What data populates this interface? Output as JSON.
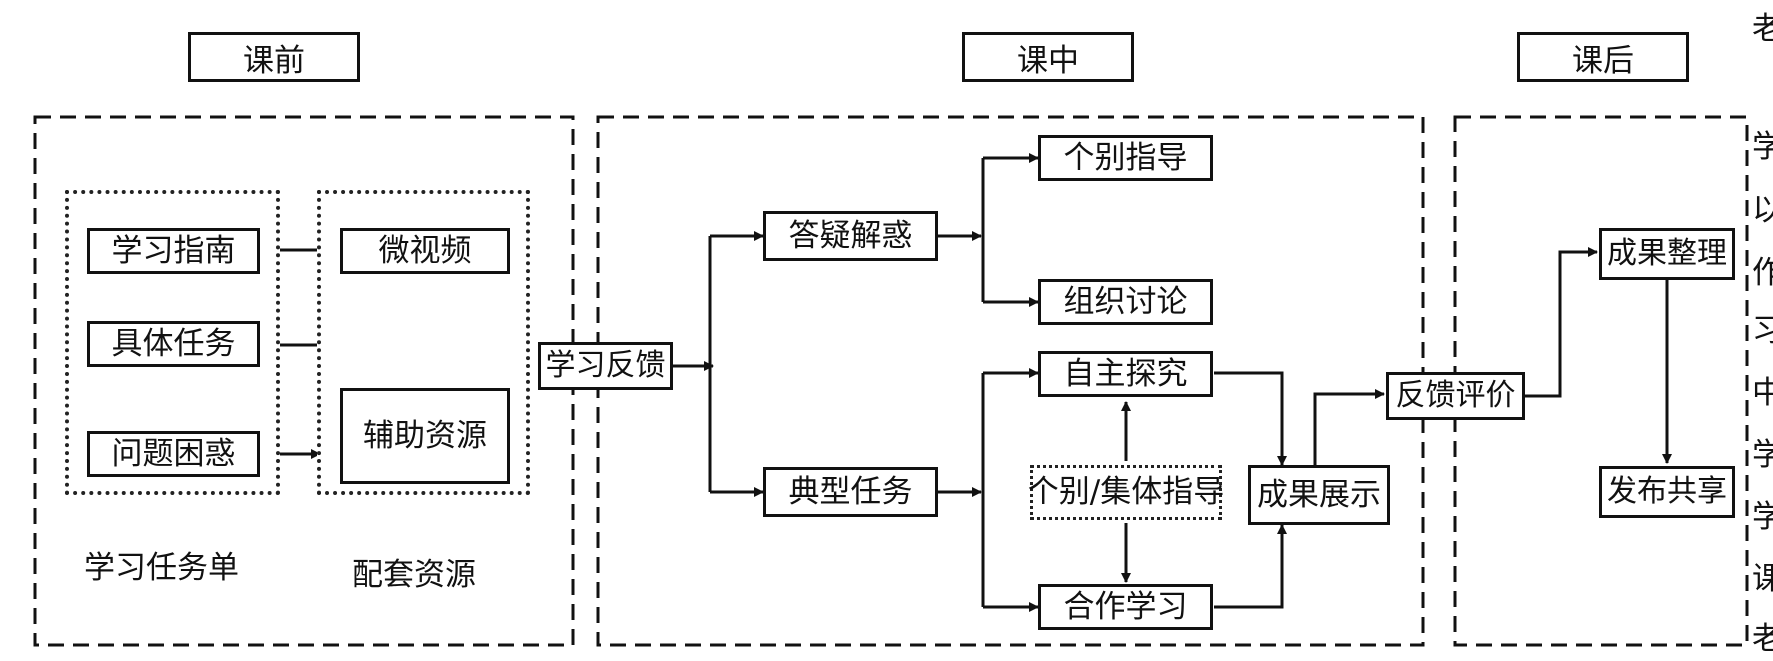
{
  "phases": {
    "before": "课前",
    "during": "课中",
    "after": "课后"
  },
  "before_class": {
    "task_sheet": {
      "label": "学习任务单",
      "items": [
        "学习指南",
        "具体任务",
        "问题困惑"
      ]
    },
    "resources": {
      "label": "配套资源",
      "items": [
        "微视频",
        "辅助资源"
      ]
    }
  },
  "during_class": {
    "feedback": "学习反馈",
    "qa": "答疑解惑",
    "individual_guidance": "个别指导",
    "group_discussion": "组织讨论",
    "typical_task": "典型任务",
    "self_inquiry": "自主探究",
    "guidance": "个别/集体指导",
    "cooperative_learning": "合作学习",
    "showcase": "成果展示"
  },
  "after_class": {
    "evaluation": "反馈评价",
    "organize": "成果整理",
    "publish": "发布共享"
  },
  "edge_text": [
    "老",
    "学",
    "以",
    "作",
    "习",
    "中",
    "学",
    "学",
    "课",
    "老"
  ]
}
